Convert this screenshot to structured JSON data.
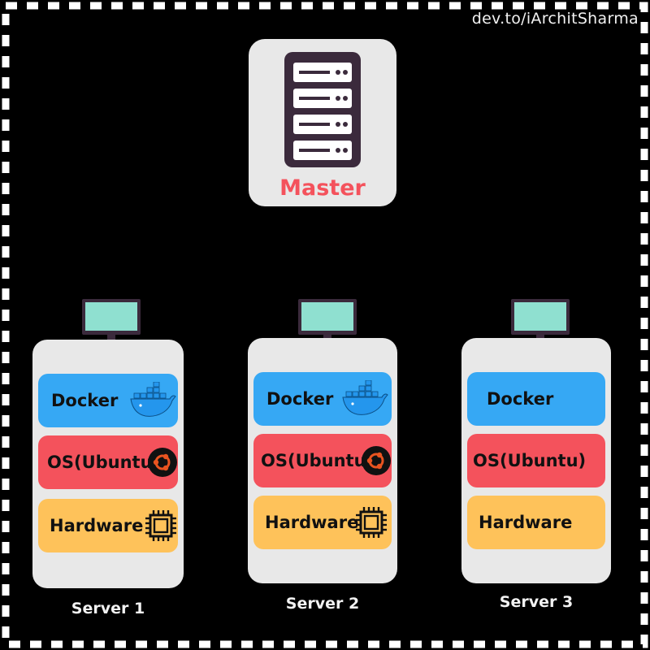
{
  "credit": "dev.to/iArchitSharma",
  "colors": {
    "background": "#000000",
    "border_dash": "#ffffff",
    "card": "#e8e8e8",
    "docker": "#36a8f4",
    "os": "#f4525c",
    "hardware": "#fec25a",
    "master_label": "#f4525c"
  },
  "master": {
    "label": "Master",
    "icon": "server-rack-icon"
  },
  "servers": [
    {
      "name": "Server 1",
      "layers": [
        {
          "label": "Docker",
          "icon": "docker-whale-icon"
        },
        {
          "label": "OS(Ubuntu)",
          "icon": "ubuntu-logo-icon"
        },
        {
          "label": "Hardware",
          "icon": "cpu-chip-icon"
        }
      ]
    },
    {
      "name": "Server 2",
      "layers": [
        {
          "label": "Docker",
          "icon": "docker-whale-icon"
        },
        {
          "label": "OS(Ubuntu)",
          "icon": "ubuntu-logo-icon"
        },
        {
          "label": "Hardware",
          "icon": "cpu-chip-icon"
        }
      ]
    },
    {
      "name": "Server 3",
      "layers": [
        {
          "label": "Docker"
        },
        {
          "label": "OS(Ubuntu)"
        },
        {
          "label": "Hardware"
        }
      ]
    }
  ]
}
